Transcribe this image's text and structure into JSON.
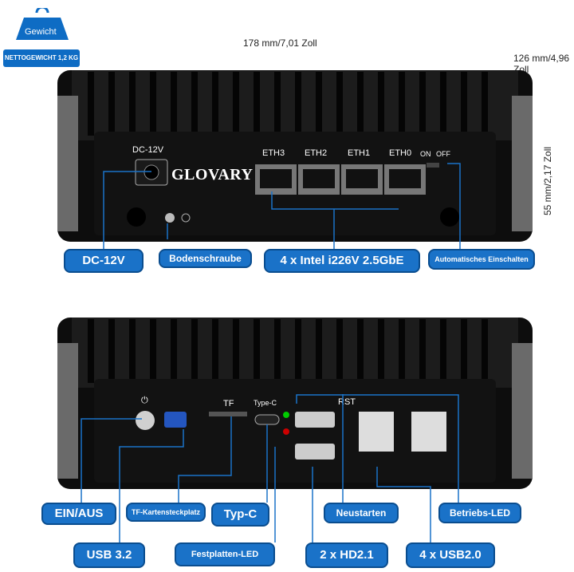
{
  "weight": {
    "label": "Gewicht",
    "net": "NETTOGEWICHT 1,2 KG"
  },
  "dimensions": {
    "width": "178 mm/7,01 Zoll",
    "depth_line1": "126 mm/4,96",
    "depth_line2": "Zoll",
    "height": "55 mm/2,17 Zoll"
  },
  "front": {
    "dc_label": "DC-12V",
    "brand": "GLOVARY",
    "eth_ports": [
      "ETH3",
      "ETH2",
      "ETH1",
      "ETH0"
    ],
    "on_label": "ON",
    "off_label": "OFF",
    "callouts": {
      "dc": "DC-12V",
      "screw": "Bodenschraube",
      "eth": "4 x Intel i226V 2.5GbE",
      "auto_on": "Automatisches Einschalten"
    }
  },
  "back": {
    "tf_label": "TF",
    "typec_label": "Type-C",
    "rst_label": "RST",
    "callouts": {
      "power": "EIN/AUS",
      "tf": "TF-Kartensteckplatz",
      "typec": "Typ-C",
      "reset": "Neustarten",
      "led": "Betriebs-LED",
      "usb3": "USB 3.2",
      "hdd_led": "Festplatten-LED",
      "hdmi": "2 x HD2.1",
      "usb2": "4 x USB2.0"
    }
  },
  "colors": {
    "accent": "#1a72c8",
    "device": "#111111",
    "heatsink": "#2a2a2a"
  }
}
